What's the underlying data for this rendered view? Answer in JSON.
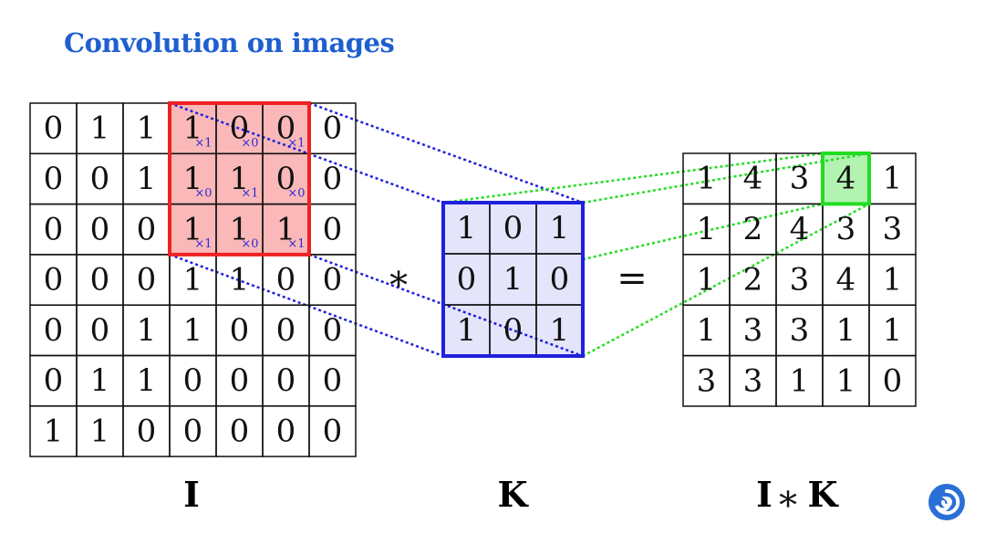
{
  "title": "Convolution on images",
  "colors": {
    "title": "#1f5fcf",
    "highlight_input": "#ee2222",
    "highlight_kernel": "#2020dd",
    "highlight_output": "#22dd22",
    "logo": "#2a6fd6"
  },
  "input": {
    "label": "I",
    "rows": [
      [
        "0",
        "1",
        "1",
        "1",
        "0",
        "0",
        "0"
      ],
      [
        "0",
        "0",
        "1",
        "1",
        "1",
        "0",
        "0"
      ],
      [
        "0",
        "0",
        "0",
        "1",
        "1",
        "1",
        "0"
      ],
      [
        "0",
        "0",
        "0",
        "1",
        "1",
        "0",
        "0"
      ],
      [
        "0",
        "0",
        "1",
        "1",
        "0",
        "0",
        "0"
      ],
      [
        "0",
        "1",
        "1",
        "0",
        "0",
        "0",
        "0"
      ],
      [
        "1",
        "1",
        "0",
        "0",
        "0",
        "0",
        "0"
      ]
    ],
    "window_row": 0,
    "window_col": 3,
    "multipliers": [
      [
        "×1",
        "×0",
        "×1"
      ],
      [
        "×0",
        "×1",
        "×0"
      ],
      [
        "×1",
        "×0",
        "×1"
      ]
    ]
  },
  "kernel": {
    "label": "K",
    "rows": [
      [
        "1",
        "0",
        "1"
      ],
      [
        "0",
        "1",
        "0"
      ],
      [
        "1",
        "0",
        "1"
      ]
    ]
  },
  "output": {
    "label_left": "I",
    "label_op": "∗",
    "label_right": "K",
    "rows": [
      [
        "1",
        "4",
        "3",
        "4",
        "1"
      ],
      [
        "1",
        "2",
        "4",
        "3",
        "3"
      ],
      [
        "1",
        "2",
        "3",
        "4",
        "1"
      ],
      [
        "1",
        "3",
        "3",
        "1",
        "1"
      ],
      [
        "3",
        "3",
        "1",
        "1",
        "0"
      ]
    ],
    "highlight_row": 0,
    "highlight_col": 3
  },
  "operators": {
    "convolve": "∗",
    "equals": "="
  },
  "logo_icon": "swirl-logo-icon"
}
